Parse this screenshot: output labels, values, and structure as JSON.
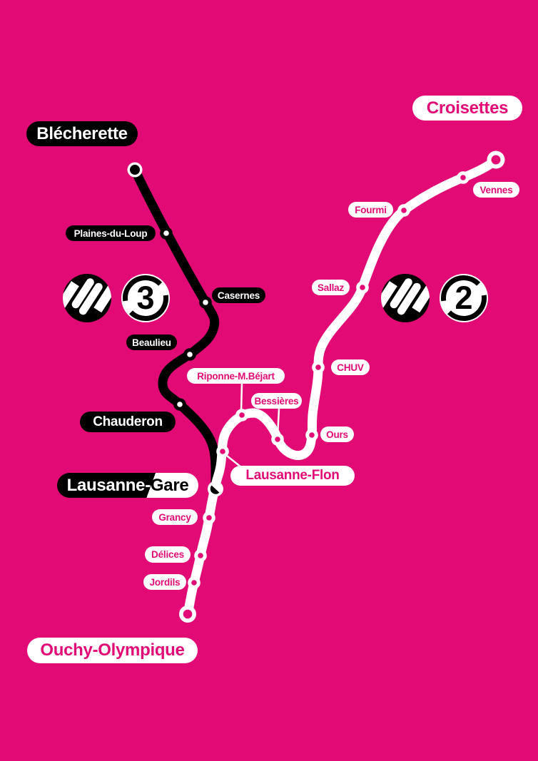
{
  "network": "Lausanne metro map",
  "colors": {
    "background": "#E20B76",
    "m3_line": "#000000",
    "m2_line": "#FFFFFF",
    "m3_label_bg": "#000000",
    "m2_label_bg": "#FFFFFF"
  },
  "badges": {
    "m3": "3",
    "m2": "2"
  },
  "lines": [
    {
      "name": "m3",
      "badge_number": "3",
      "line_color": "#000000",
      "termini": [
        "Blécherette",
        "Lausanne-Gare"
      ],
      "stations": [
        "Blécherette",
        "Plaines-du-Loup",
        "Casernes",
        "Beaulieu",
        "Chauderon",
        "Lausanne-Gare"
      ]
    },
    {
      "name": "m2",
      "badge_number": "2",
      "line_color": "#FFFFFF",
      "termini": [
        "Croisettes",
        "Ouchy-Olympique"
      ],
      "stations": [
        "Croisettes",
        "Vennes",
        "Fourmi",
        "Sallaz",
        "CHUV",
        "Ours",
        "Bessières",
        "Riponne-M.Béjart",
        "Lausanne-Flon",
        "Lausanne-Gare",
        "Grancy",
        "Délices",
        "Jordils",
        "Ouchy-Olympique"
      ]
    }
  ],
  "labels": {
    "blecherette": "Blécherette",
    "plaines_du_loup": "Plaines-du-Loup",
    "casernes": "Casernes",
    "beaulieu": "Beaulieu",
    "chauderon": "Chauderon",
    "gare_left": "Lausanne-",
    "gare_right": "Gare",
    "croisettes": "Croisettes",
    "vennes": "Vennes",
    "fourmi": "Fourmi",
    "sallaz": "Sallaz",
    "chuv": "CHUV",
    "ours": "Ours",
    "bessieres": "Bessières",
    "riponne": "Riponne-M.Béjart",
    "flon": "Lausanne-Flon",
    "grancy": "Grancy",
    "delices": "Délices",
    "jordils": "Jordils",
    "ouchy": "Ouchy-Olympique"
  }
}
